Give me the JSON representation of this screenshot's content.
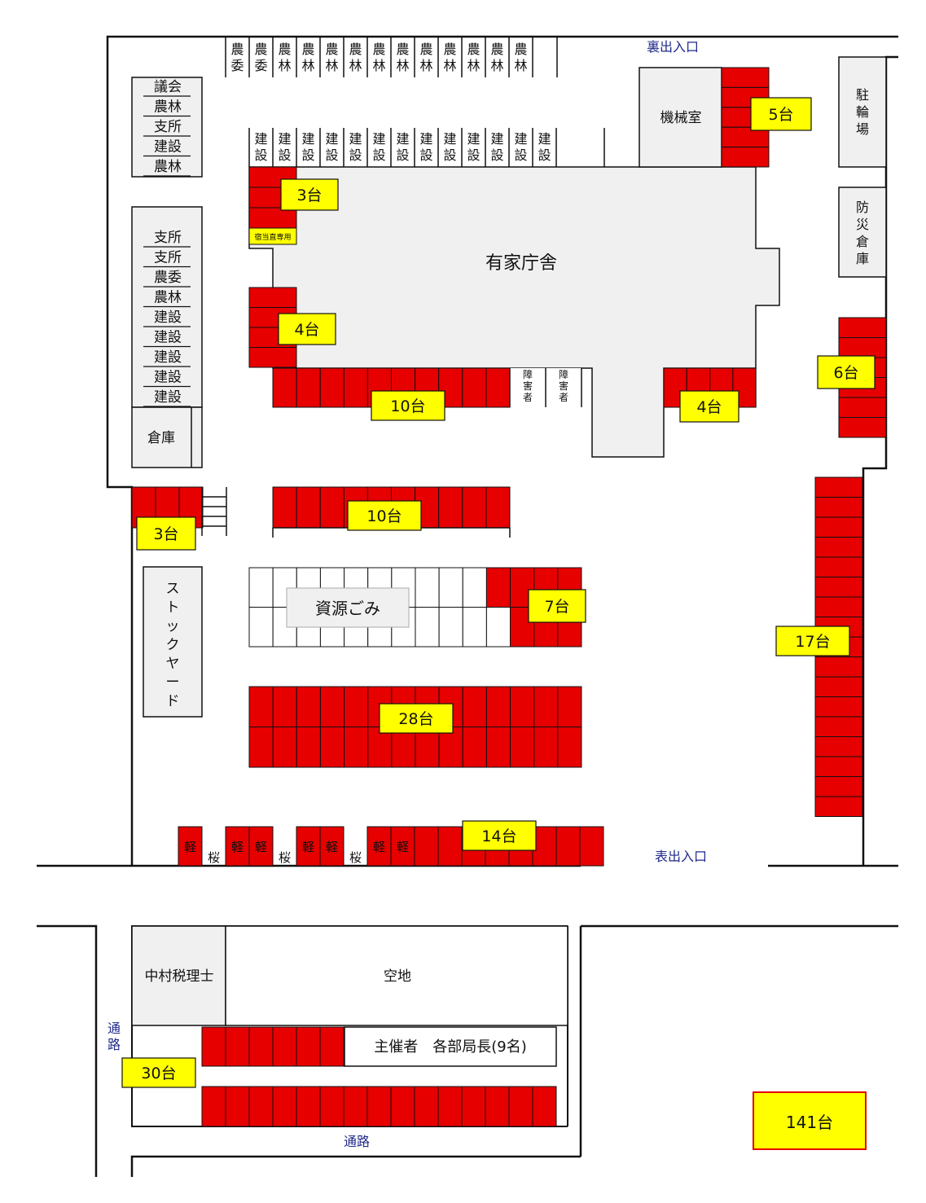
{
  "colors": {
    "space": "#e60000",
    "badge": "#ffff00",
    "building": "#f0f0f0",
    "road_label": "#1f2a8a",
    "text": "#111111",
    "line": "#111111"
  },
  "entrances": {
    "rear": "裏出入口",
    "front": "表出入口"
  },
  "roads": {
    "road_left": "通路",
    "road_bottom": "通路"
  },
  "buildings": {
    "main_office": "有家庁舎",
    "machine_room": "機械室",
    "bicycle_parking": "駐輪場",
    "disaster_storage": "防災倉庫",
    "storehouse": "倉庫",
    "stock_yard": "ストックヤード",
    "recycle_area": "資源ごみ",
    "tax_office": "中村税理士",
    "vacant_lot": "空地"
  },
  "labels": {
    "night_duty": "宿当直専用",
    "handicapped": "障害者",
    "kei": "軽",
    "sakura": "桜",
    "organizer": "主催者　各部局長(9名)"
  },
  "top_row_1": [
    "農委",
    "農委",
    "農林",
    "農林",
    "農林",
    "農林",
    "農林",
    "農林",
    "農林",
    "農林",
    "農林",
    "農林",
    "農林"
  ],
  "top_row_2": [
    "建設",
    "建設",
    "建設",
    "建設",
    "建設",
    "建設",
    "建設",
    "建設",
    "建設",
    "建設",
    "建設",
    "建設",
    "建設"
  ],
  "left_group_1": [
    "議会",
    "農林",
    "支所",
    "建設",
    "農林"
  ],
  "left_group_2": [
    "支所",
    "支所",
    "農委",
    "農林",
    "建設",
    "建設",
    "建設",
    "建設",
    "建設"
  ],
  "counts": {
    "c_5_rear": "5台",
    "c_3_top": "3台",
    "c_4_left": "4台",
    "c_10_front": "10台",
    "c_4_right": "4台",
    "c_6_right": "6台",
    "c_3_corner": "3台",
    "c_10_row2": "10台",
    "c_7": "7台",
    "c_17": "17台",
    "c_28": "28台",
    "c_14": "14台",
    "c_30": "30台",
    "total": "141台"
  }
}
